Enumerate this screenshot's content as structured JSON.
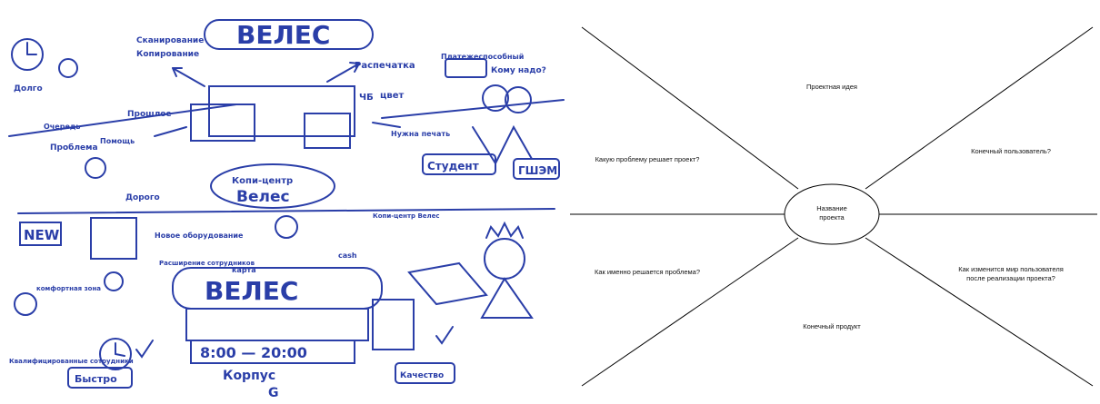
{
  "sketch": {
    "brand_top": "ВЕЛЕС",
    "scan": "Сканирование",
    "copy": "Копирование",
    "print": "Распечатка",
    "bw": "ЧБ",
    "color": "цвет",
    "paid": "Платежеспособный",
    "who_needs": "Кому надо?",
    "need_print": "Нужна печать",
    "student": "Студент",
    "rshem": "ГШЭМ",
    "slow": "Долго",
    "queue": "Очередь",
    "problem": "Проблема",
    "before": "Прошлое",
    "help": "Помощь",
    "expensive": "Дорого",
    "center_line1": "Копи-центр",
    "center_line2": "Велес",
    "new": "NEW",
    "new_equipment": "Новое оборудование",
    "staff_expansion": "Расширение сотрудников",
    "card": "карта",
    "cash": "cash",
    "comfort_zone": "комфортная зона",
    "qualified": "Квалифицированные сотрудники",
    "fast": "Быстро",
    "hours": "8:00 — 20:00",
    "building": "Корпус",
    "building_letter": "G",
    "quality": "Качество",
    "copy_center_small": "Копи-центр Велес"
  },
  "diagram": {
    "center_line1": "Название",
    "center_line2": "проекта",
    "top": "Проектная идея",
    "left_top": "Какую проблему решает проект?",
    "right_top": "Конечный пользователь?",
    "left_bottom": "Как именно решается проблема?",
    "right_bottom_line1": "Как изменится мир пользователя",
    "right_bottom_line2": "после реализации проекта?",
    "bottom": "Конечный продукт"
  }
}
